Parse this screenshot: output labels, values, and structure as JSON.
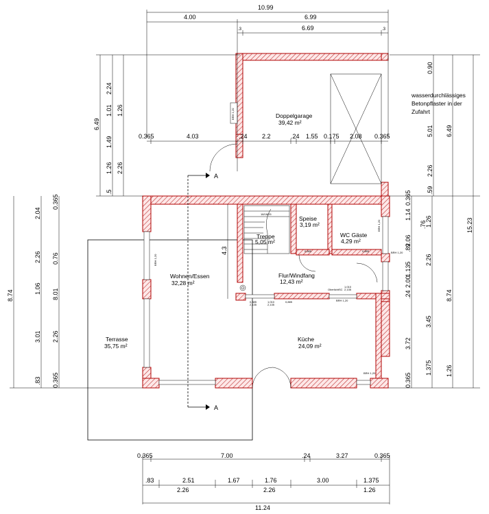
{
  "rooms": {
    "doppelgarage": {
      "name": "Doppelgarage",
      "area": "39,42 m²"
    },
    "wohnen": {
      "name": "Wohnen/Essen",
      "area": "32,28 m²"
    },
    "treppe": {
      "name": "Treppe",
      "area": "5,05 m²"
    },
    "speise": {
      "name": "Speise",
      "area": "3,19 m²"
    },
    "wc": {
      "name": "WC Gäste",
      "area": "4,29 m²"
    },
    "flur": {
      "name": "Flur/Windfang",
      "area": "12,43 m²"
    },
    "kueche": {
      "name": "Küche",
      "area": "24,09 m²"
    },
    "terrasse": {
      "name": "Terrasse",
      "area": "35,75 m²"
    }
  },
  "note": [
    "wasserdurchlässiges",
    "Betonpflaster in der",
    "Zufahrt"
  ],
  "section_marker": "A",
  "top_dims": {
    "overall": "10.99",
    "row2": [
      "4.00",
      "6.99"
    ],
    "row3": [
      "6.69"
    ],
    "row3_small": [
      ".3",
      ".3"
    ],
    "row4": [
      "0.365",
      "4.03",
      ".24",
      "2.2",
      ".24",
      "1.55",
      "0.175",
      "2.08",
      "0.365"
    ]
  },
  "bottom_dims": {
    "row1": [
      "0.365",
      "7.00",
      ".24",
      "3.27",
      "0.365"
    ],
    "row2": [
      ".83",
      "2.51",
      "1.67",
      "1.76",
      "3.00",
      "1.375"
    ],
    "row3": [
      "2.26",
      "2.26",
      "1.26"
    ],
    "overall": "11.24"
  },
  "left_dims": {
    "garage_outer": "6.49",
    "garage_inner": [
      "2.24",
      "1.01",
      "1.26",
      "1.49",
      "1.26",
      "2.26",
      ".5"
    ],
    "house_outer": "8.74",
    "house_col1": [
      "2.04",
      "2.26",
      "1.06",
      "3.01",
      ".83"
    ],
    "house_col2": [
      "0.365",
      "0.76",
      "8.01",
      "2.26",
      "0.365"
    ],
    "stair_width": "4.3"
  },
  "right_dims": {
    "overall": "15.23",
    "garage_outer": "6.49",
    "garage_col": [
      "0.90",
      "5.01",
      "2.26",
      ".59"
    ],
    "house_outer": "8.74",
    "house_col1": [
      "0.365",
      "1.14",
      "2.06",
      ".76",
      ".89",
      "1.135",
      "2.00",
      ".24",
      "3.45",
      "1.375",
      "0.365"
    ],
    "house_col2": [
      "1.26",
      "2.26",
      "3.72",
      "1.26"
    ]
  },
  "window_labels": [
    "BRH 1,20",
    "BRH 1,20",
    "BRH 1,20",
    "BRH 1,20",
    "BRH 1,20",
    "BRH 1,20"
  ],
  "small_labels": [
    "0,885",
    "2,135",
    "1,010",
    "2,135",
    "0,885",
    "0,885",
    "OberlichtSC",
    "1,010",
    "2,135",
    "0,885",
    "2,135",
    "18/18/25"
  ]
}
